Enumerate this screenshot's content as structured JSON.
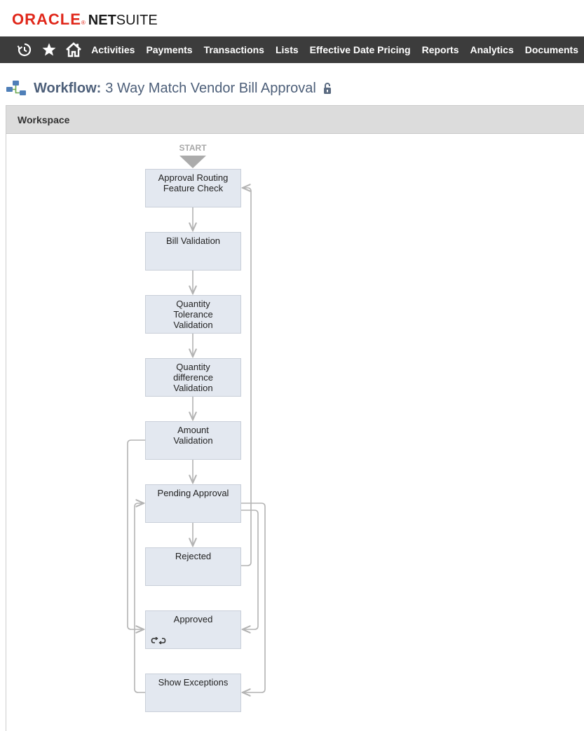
{
  "brand": {
    "oracle": "ORACLE",
    "registered": "®",
    "net": "NET",
    "suite": "SUITE"
  },
  "nav": {
    "icons": [
      "recent-records-icon",
      "star-icon",
      "home-icon"
    ],
    "items": [
      "Activities",
      "Payments",
      "Transactions",
      "Lists",
      "Effective Date Pricing",
      "Reports",
      "Analytics",
      "Documents"
    ]
  },
  "title": {
    "label": "Workflow:",
    "value": "3 Way Match Vendor Bill Approval"
  },
  "workspace": {
    "title": "Workspace"
  },
  "diagram": {
    "start": "START",
    "states": [
      {
        "label": "Approval Routing Feature Check"
      },
      {
        "label": "Bill Validation"
      },
      {
        "label": "Quantity Tolerance Validation"
      },
      {
        "label": "Quantity difference Validation"
      },
      {
        "label": "Amount Validation"
      },
      {
        "label": "Pending Approval"
      },
      {
        "label": "Rejected"
      },
      {
        "label": "Approved"
      },
      {
        "label": "Show Exceptions"
      }
    ]
  },
  "colors": {
    "brand_red": "#e0271a",
    "nav_bg": "#3c3c3c",
    "title_color": "#4d5f79",
    "state_fill": "#e3e8f0",
    "connector": "#b3b3b3"
  }
}
